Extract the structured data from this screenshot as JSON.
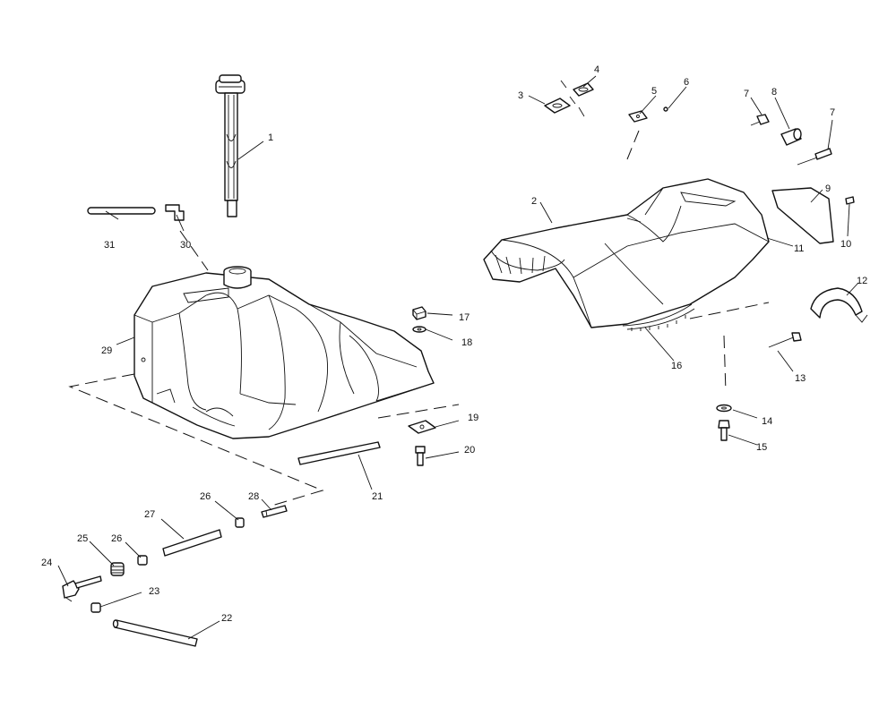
{
  "callouts": {
    "c1": "1",
    "c2": "2",
    "c3": "3",
    "c4": "4",
    "c5": "5",
    "c6": "6",
    "c7a": "7",
    "c7b": "7",
    "c8": "8",
    "c9": "9",
    "c10": "10",
    "c11": "11",
    "c12": "12",
    "c13": "13",
    "c14": "14",
    "c15": "15",
    "c16": "16",
    "c17": "17",
    "c18": "18",
    "c19": "19",
    "c20": "20",
    "c21": "21",
    "c22": "22",
    "c23": "23",
    "c24": "24",
    "c25": "25",
    "c26a": "26",
    "c26b": "26",
    "c27": "27",
    "c28": "28",
    "c29": "29",
    "c30": "30",
    "c31": "31"
  }
}
